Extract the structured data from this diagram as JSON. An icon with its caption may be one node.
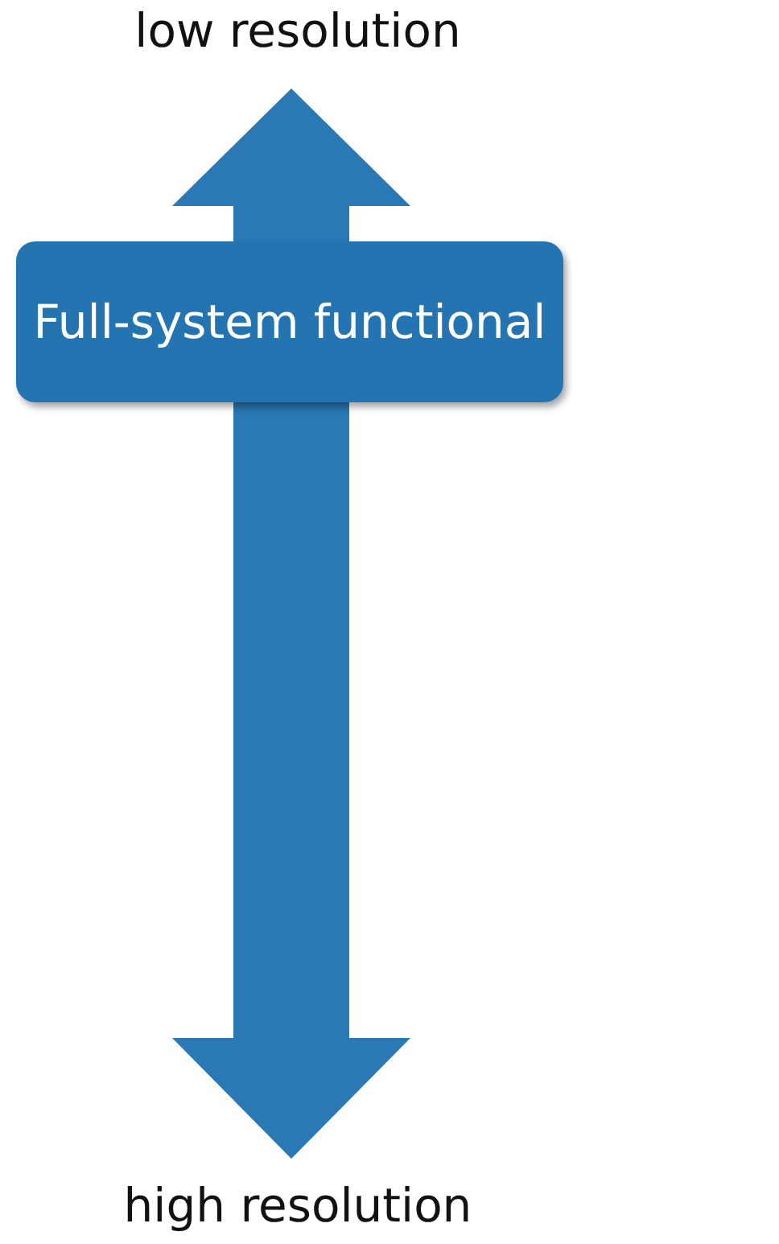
{
  "diagram": {
    "nodes": [
      {
        "text": [
          "Full-system functional"
        ]
      }
    ],
    "labels": [
      "low resolution",
      "high resolution"
    ]
  }
}
